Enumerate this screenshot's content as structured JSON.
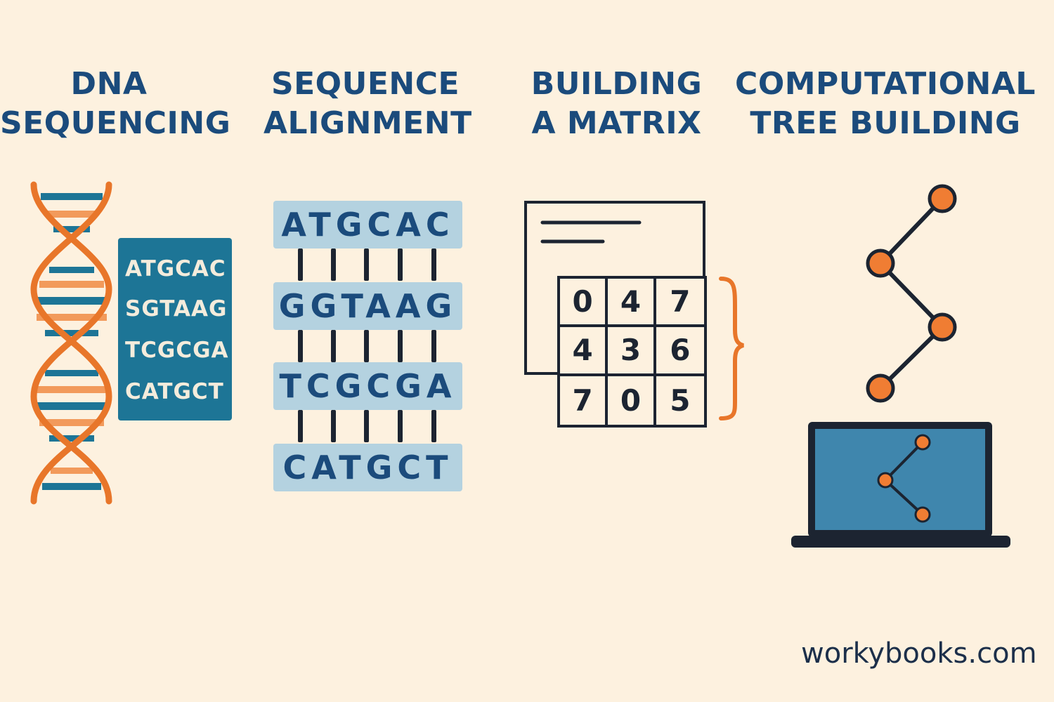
{
  "steps": [
    {
      "title_line1": "DNA",
      "title_line2": "SEQUENCING"
    },
    {
      "title_line1": "SEQUENCE",
      "title_line2": "ALIGNMENT"
    },
    {
      "title_line1": "BUILDING",
      "title_line2": "A MATRIX"
    },
    {
      "title_line1": "COMPUTATIONAL",
      "title_line2": "TREE BUILDING"
    }
  ],
  "dna_panel": {
    "sequences": [
      "ATGCAC",
      "SGTAAG",
      "TCGCGA",
      "CATGCT"
    ]
  },
  "alignment": {
    "sequences": [
      "ATGCAC",
      "GGTAAG",
      "TCGCGA",
      "CATGCT"
    ]
  },
  "matrix": {
    "values": [
      [
        "0",
        "4",
        "7"
      ],
      [
        "4",
        "3",
        "6"
      ],
      [
        "7",
        "0",
        "5"
      ]
    ]
  },
  "colors": {
    "background": "#fdf1df",
    "title": "#1b4b7c",
    "orange": "#e8762a",
    "teal": "#1d7596",
    "dark": "#1c2431",
    "light_blue": "#b4d2e0"
  },
  "icons": {
    "dna": "double-helix-icon",
    "tree": "tree-graph-icon",
    "laptop": "laptop-icon",
    "brace": "right-brace-icon"
  },
  "brand": "workybooks.com"
}
